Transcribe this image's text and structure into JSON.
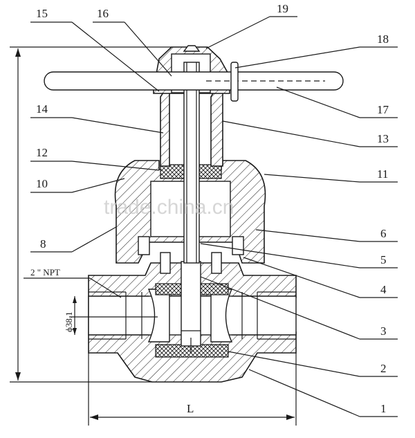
{
  "labels": {
    "p1": "1",
    "p2": "2",
    "p3": "3",
    "p4": "4",
    "p5": "5",
    "p6": "6",
    "p8": "8",
    "p10": "10",
    "p11": "11",
    "p12": "12",
    "p13": "13",
    "p14": "14",
    "p15": "15",
    "p16": "16",
    "p17": "17",
    "p18": "18",
    "p19": "19"
  },
  "dimensions": {
    "npt": "2 \" NPT",
    "bore": "ϕ38.1",
    "length": "L"
  },
  "watermark": "trade.china.cn"
}
